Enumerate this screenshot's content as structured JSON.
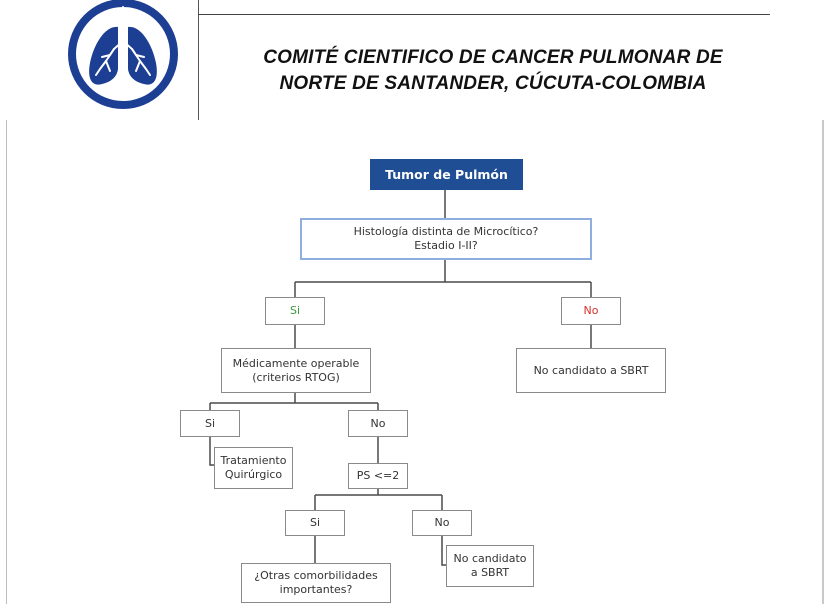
{
  "header": {
    "title_line1": "COMITÉ CIENTIFICO DE CANCER PULMONAR DE",
    "title_line2": "NORTE DE SANTANDER, CÚCUTA-COLOMBIA",
    "logo_icon": "lungs-icon",
    "colors": {
      "logo": "#1d3f93"
    }
  },
  "flowchart": {
    "root": "Tumor de Pulmón",
    "q1": "Histología distinta de Microcítico?\nEstadio I-II?",
    "q1_yes": "Si",
    "q1_no": "No",
    "no_sbrt_1": "No candidato a SBRT",
    "q2": "Médicamente operable\n(criterios RTOG)",
    "q2_yes": "Si",
    "q2_no": "No",
    "surgery": "Tratamiento\nQuirúrgico",
    "q3": "PS <=2",
    "q3_yes": "Si",
    "q3_no": "No",
    "no_sbrt_2": "No candidato\na SBRT",
    "q4": "¿Otras comorbilidades\nimportantes?",
    "colors": {
      "root_fill": "#1f4e95",
      "yes": "#3a9d3a",
      "no": "#d9302a",
      "box_border": "#8fb0de"
    }
  }
}
